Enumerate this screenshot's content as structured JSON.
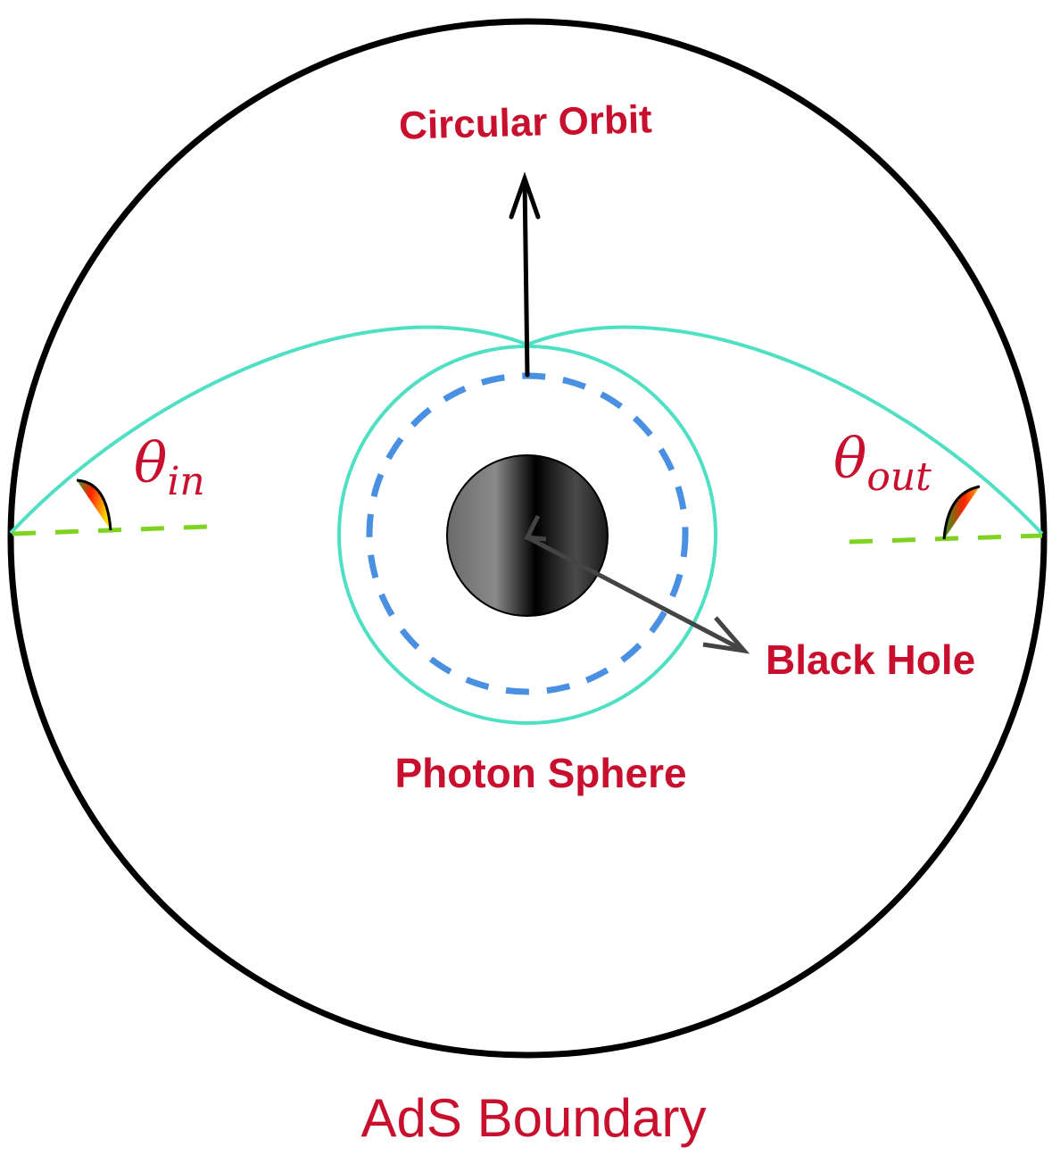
{
  "labels": {
    "circular_orbit": "Circular Orbit",
    "black_hole": "Black Hole",
    "photon_sphere": "Photon Sphere",
    "ads_boundary": "AdS Boundary",
    "theta_in_symbol": "θ",
    "theta_in_sub": "in",
    "theta_out_symbol": "θ",
    "theta_out_sub": "out"
  },
  "colors": {
    "label": "#c8102e",
    "orbit": "#4fe0c4",
    "photon_sphere": "#4a90e2",
    "reference_line": "#7ed321",
    "boundary": "#000000"
  }
}
